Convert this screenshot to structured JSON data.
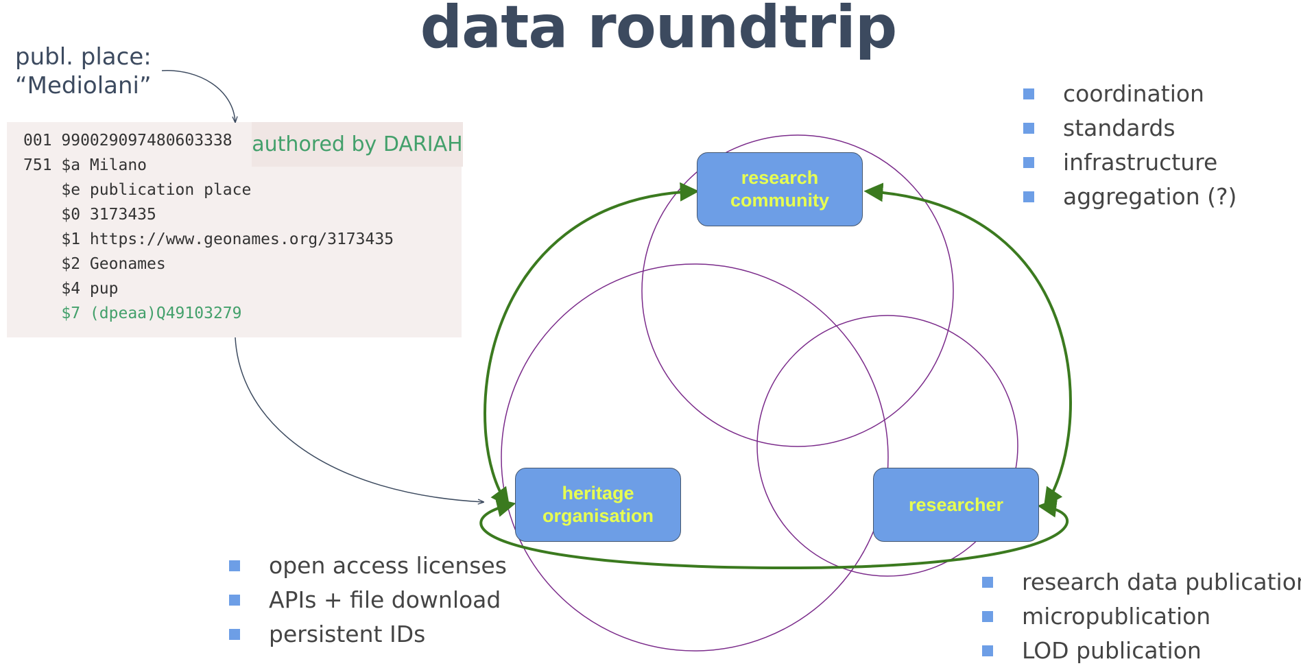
{
  "title": "data roundtrip",
  "publ_place": {
    "line1": "publ. place:",
    "line2": "“Mediolani”"
  },
  "authored_label": "authored by DARIAH",
  "code_lines": [
    "001 990029097480603338",
    "751 $a Milano",
    "    $e publication place",
    "    $0 3173435",
    "    $1 https://www.geonames.org/3173435",
    "    $2 Geonames",
    "    $4 pup",
    "    $7 (dpeaa)Q49103279"
  ],
  "nodes": {
    "research_community": "research community",
    "heritage_organisation": "heritage organisation",
    "researcher": "researcher"
  },
  "bullets_top_right": [
    "coordination",
    "standards",
    "infrastructure",
    "aggregation (?)"
  ],
  "bullets_bottom_left": [
    "open access licenses",
    "APIs + file download",
    "persistent IDs"
  ],
  "bullets_bottom_right": [
    "research data publication",
    "micropublication",
    "LOD publication"
  ],
  "colors": {
    "title": "#3c4a5f",
    "node_fill": "#6d9ee6",
    "node_text": "#e8ff50",
    "arrow_green": "#3b7a1f",
    "circle_purple": "#7a2a8a",
    "highlight_green": "#43a06b",
    "code_bg": "#f5efee"
  }
}
